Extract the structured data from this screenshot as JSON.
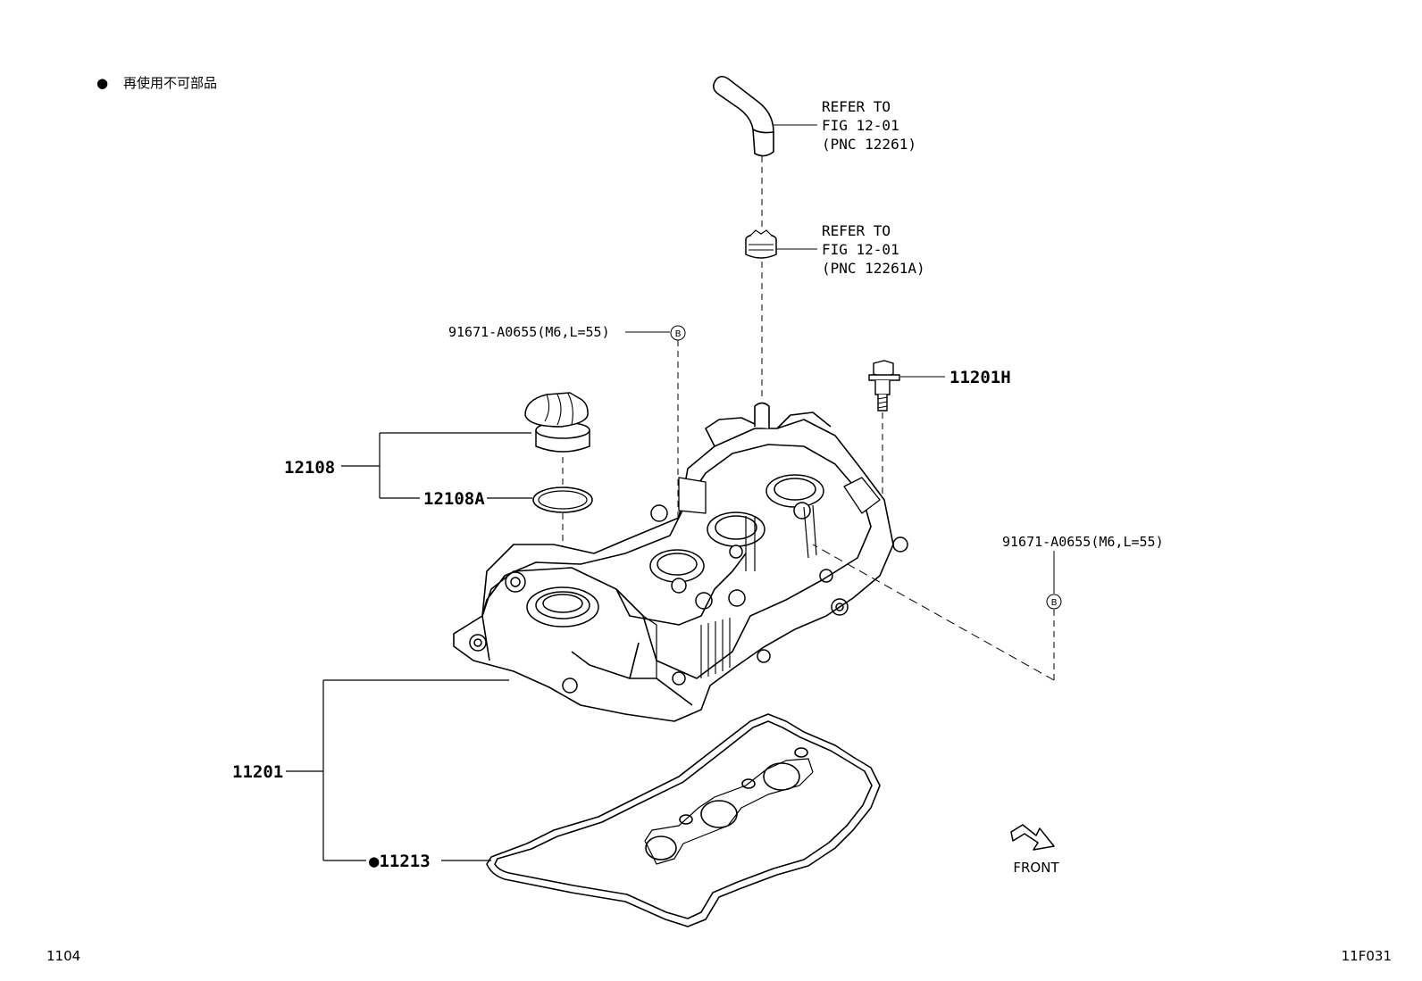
{
  "legend": {
    "marker": "●",
    "text": "再使用不可部品"
  },
  "refs": [
    {
      "lines": [
        "REFER TO",
        "FIG 12-01",
        "(PNC 12261)"
      ]
    },
    {
      "lines": [
        "REFER TO",
        "FIG 12-01",
        "(PNC 12261A)"
      ]
    }
  ],
  "fasteners": {
    "upper": "91671-A0655(M6,L=55)",
    "right": "91671-A0655(M6,L=55)",
    "marker": "B"
  },
  "parts": {
    "p11201H": "11201H",
    "p12108": "12108",
    "p12108A": "12108A",
    "p11201": "11201",
    "p11213": "●11213"
  },
  "front_label": "FRONT",
  "footer": {
    "left": "1104",
    "right": "11F031"
  }
}
